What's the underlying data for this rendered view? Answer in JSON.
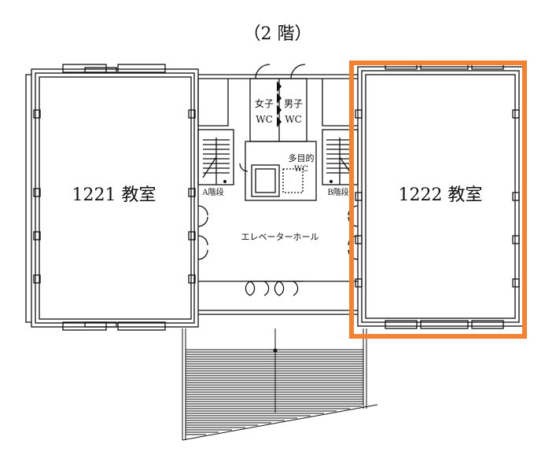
{
  "floor_title": "（2 階）",
  "rooms": {
    "left": "1221 教室",
    "right": "1222 教室"
  },
  "labels": {
    "wc_female_1": "女子",
    "wc_female_2": "WC",
    "wc_male_1": "男子",
    "wc_male_2": "WC",
    "wc_multi_1": "多目的",
    "wc_multi_2": "WC",
    "stairs_a": "A階段",
    "stairs_b": "B階段",
    "elevator_hall": "エレベーターホール"
  },
  "highlight_color": "#f58233"
}
